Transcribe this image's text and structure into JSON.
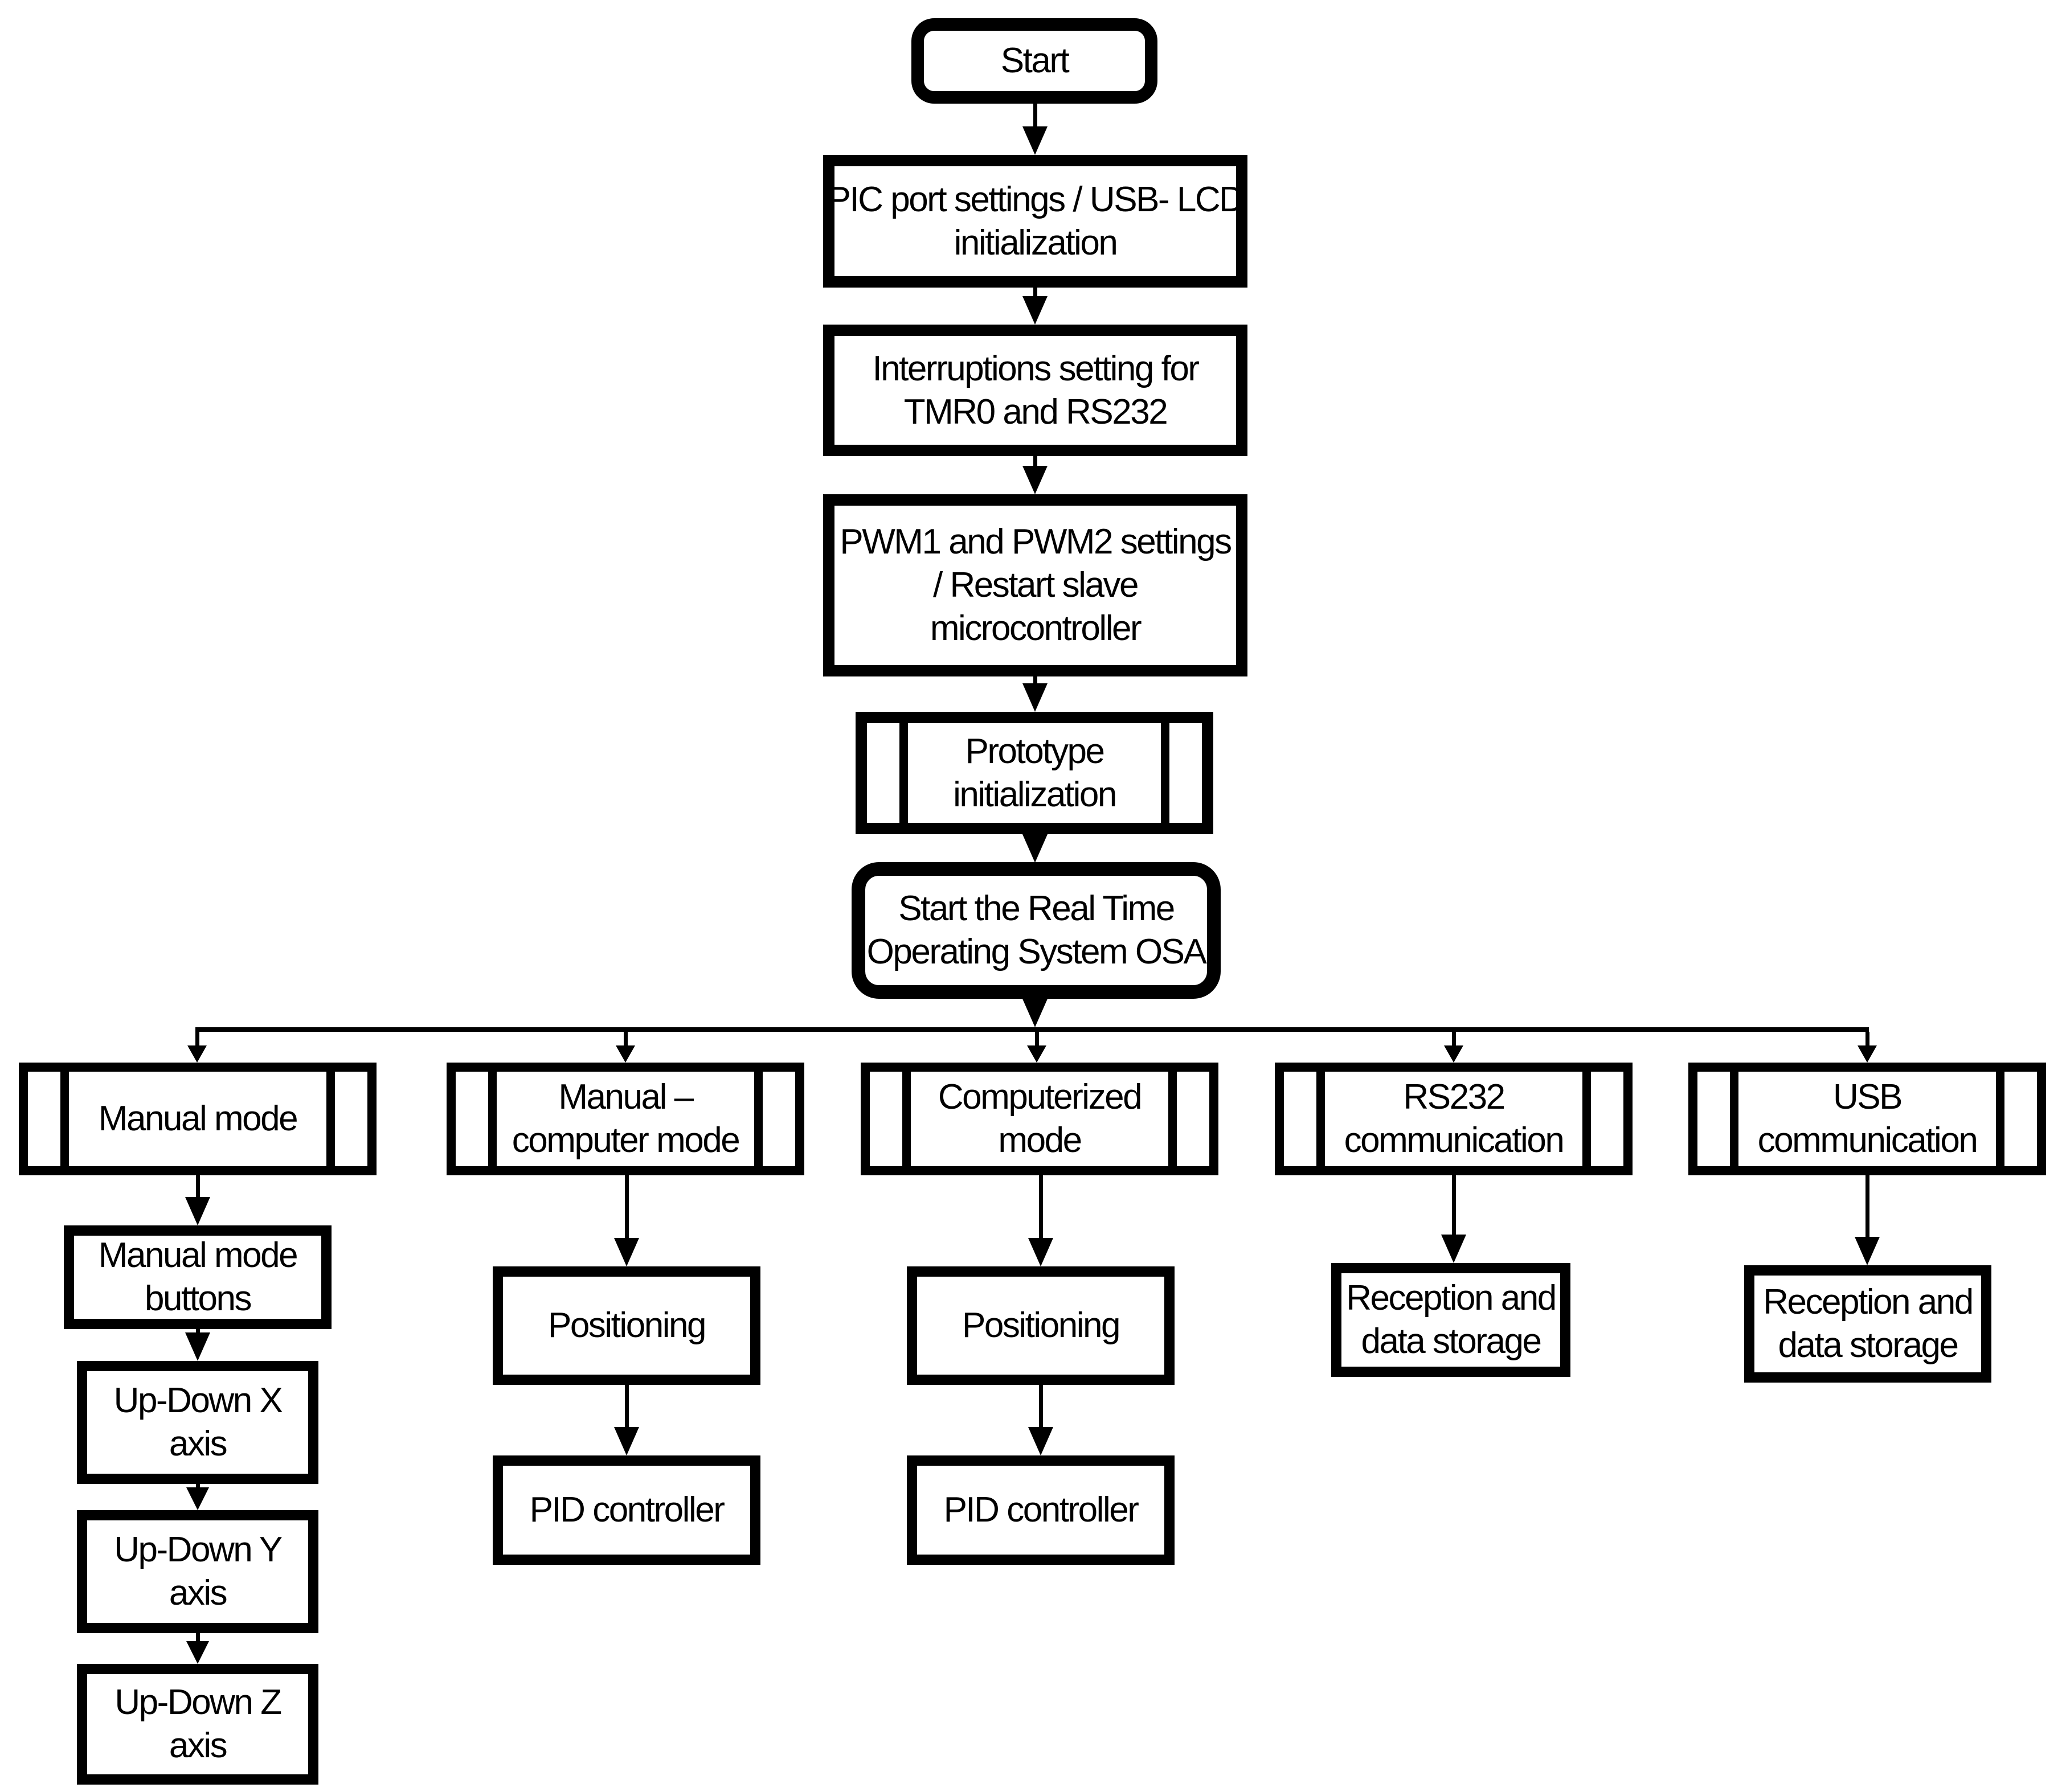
{
  "diagram": {
    "type": "flowchart",
    "colors": {
      "stroke": "#000000",
      "fill": "#ffffff",
      "background": "#ffffff"
    },
    "nodes": {
      "start": {
        "shape": "terminator",
        "label": "Start"
      },
      "pic_port": {
        "shape": "process",
        "label": "PIC port settings / USB- LCD\ninitialization"
      },
      "interruptions": {
        "shape": "process",
        "label": "Interruptions setting for\nTMR0 and RS232"
      },
      "pwm": {
        "shape": "process",
        "label": "PWM1 and PWM2 settings\n/ Restart slave\nmicrocontroller"
      },
      "prototype": {
        "shape": "predefined-process",
        "label": "Prototype\ninitialization"
      },
      "rtos": {
        "shape": "terminator",
        "label": "Start the Real Time\nOperating System OSA"
      },
      "manual_mode": {
        "shape": "predefined-process",
        "label": "Manual mode"
      },
      "manual_computer_mode": {
        "shape": "predefined-process",
        "label": "Manual –\ncomputer mode"
      },
      "computerized_mode": {
        "shape": "predefined-process",
        "label": "Computerized\nmode"
      },
      "rs232_comm": {
        "shape": "predefined-process",
        "label": "RS232\ncommunication"
      },
      "usb_comm": {
        "shape": "predefined-process",
        "label": "USB\ncommunication"
      },
      "manual_mode_buttons": {
        "shape": "process",
        "label": "Manual mode\nbuttons"
      },
      "up_down_x": {
        "shape": "process",
        "label": "Up-Down X\naxis"
      },
      "up_down_y": {
        "shape": "process",
        "label": "Up-Down Y\naxis"
      },
      "up_down_z": {
        "shape": "process",
        "label": "Up-Down Z\naxis"
      },
      "positioning_manual": {
        "shape": "process",
        "label": "Positioning"
      },
      "pid_manual": {
        "shape": "process",
        "label": "PID controller"
      },
      "positioning_computerized": {
        "shape": "process",
        "label": "Positioning"
      },
      "pid_computerized": {
        "shape": "process",
        "label": "PID controller"
      },
      "reception_rs232": {
        "shape": "process",
        "label": "Reception and\ndata storage"
      },
      "reception_usb": {
        "shape": "process",
        "label": "Reception and\ndata storage"
      }
    },
    "edges": [
      {
        "from": "start",
        "to": "pic_port"
      },
      {
        "from": "pic_port",
        "to": "interruptions"
      },
      {
        "from": "interruptions",
        "to": "pwm"
      },
      {
        "from": "pwm",
        "to": "prototype"
      },
      {
        "from": "prototype",
        "to": "rtos"
      },
      {
        "from": "rtos",
        "to": "manual_mode"
      },
      {
        "from": "rtos",
        "to": "manual_computer_mode"
      },
      {
        "from": "rtos",
        "to": "computerized_mode"
      },
      {
        "from": "rtos",
        "to": "rs232_comm"
      },
      {
        "from": "rtos",
        "to": "usb_comm"
      },
      {
        "from": "manual_mode",
        "to": "manual_mode_buttons"
      },
      {
        "from": "manual_mode_buttons",
        "to": "up_down_x"
      },
      {
        "from": "up_down_x",
        "to": "up_down_y"
      },
      {
        "from": "up_down_y",
        "to": "up_down_z"
      },
      {
        "from": "manual_computer_mode",
        "to": "positioning_manual"
      },
      {
        "from": "positioning_manual",
        "to": "pid_manual"
      },
      {
        "from": "computerized_mode",
        "to": "positioning_computerized"
      },
      {
        "from": "positioning_computerized",
        "to": "pid_computerized"
      },
      {
        "from": "rs232_comm",
        "to": "reception_rs232"
      },
      {
        "from": "usb_comm",
        "to": "reception_usb"
      }
    ]
  }
}
